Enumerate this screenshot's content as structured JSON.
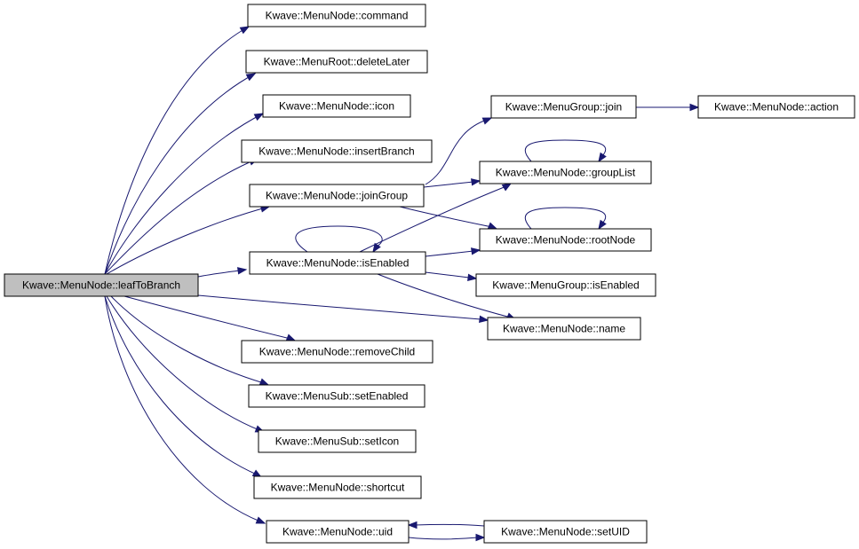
{
  "graph": {
    "nodes": {
      "leafToBranch": "Kwave::MenuNode::leafToBranch",
      "command": "Kwave::MenuNode::command",
      "deleteLater": "Kwave::MenuRoot::deleteLater",
      "icon": "Kwave::MenuNode::icon",
      "insertBranch": "Kwave::MenuNode::insertBranch",
      "joinGroup": "Kwave::MenuNode::joinGroup",
      "isEnabled": "Kwave::MenuNode::isEnabled",
      "removeChild": "Kwave::MenuNode::removeChild",
      "subSetEnabled": "Kwave::MenuSub::setEnabled",
      "subSetIcon": "Kwave::MenuSub::setIcon",
      "shortcut": "Kwave::MenuNode::shortcut",
      "uid": "Kwave::MenuNode::uid",
      "groupJoin": "Kwave::MenuGroup::join",
      "action": "Kwave::MenuNode::action",
      "groupList": "Kwave::MenuNode::groupList",
      "rootNode": "Kwave::MenuNode::rootNode",
      "groupIsEnabled": "Kwave::MenuGroup::isEnabled",
      "name": "Kwave::MenuNode::name",
      "setUID": "Kwave::MenuNode::setUID"
    },
    "edges": [
      {
        "from": "leafToBranch",
        "to": "command"
      },
      {
        "from": "leafToBranch",
        "to": "deleteLater"
      },
      {
        "from": "leafToBranch",
        "to": "icon"
      },
      {
        "from": "leafToBranch",
        "to": "insertBranch"
      },
      {
        "from": "leafToBranch",
        "to": "joinGroup"
      },
      {
        "from": "leafToBranch",
        "to": "isEnabled"
      },
      {
        "from": "leafToBranch",
        "to": "name"
      },
      {
        "from": "leafToBranch",
        "to": "removeChild"
      },
      {
        "from": "leafToBranch",
        "to": "subSetEnabled"
      },
      {
        "from": "leafToBranch",
        "to": "subSetIcon"
      },
      {
        "from": "leafToBranch",
        "to": "shortcut"
      },
      {
        "from": "leafToBranch",
        "to": "uid"
      },
      {
        "from": "joinGroup",
        "to": "groupJoin"
      },
      {
        "from": "joinGroup",
        "to": "groupList"
      },
      {
        "from": "joinGroup",
        "to": "rootNode"
      },
      {
        "from": "isEnabled",
        "to": "isEnabled"
      },
      {
        "from": "isEnabled",
        "to": "groupList"
      },
      {
        "from": "isEnabled",
        "to": "rootNode"
      },
      {
        "from": "isEnabled",
        "to": "groupIsEnabled"
      },
      {
        "from": "isEnabled",
        "to": "name"
      },
      {
        "from": "groupJoin",
        "to": "action"
      },
      {
        "from": "groupList",
        "to": "groupList"
      },
      {
        "from": "rootNode",
        "to": "rootNode"
      },
      {
        "from": "uid",
        "to": "setUID"
      },
      {
        "from": "setUID",
        "to": "uid"
      }
    ]
  }
}
